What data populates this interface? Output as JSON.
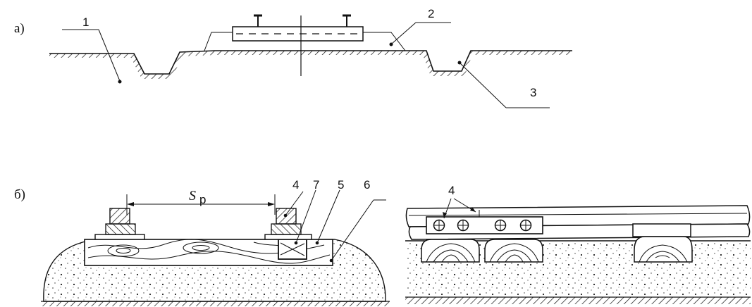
{
  "panel_a": {
    "label": "а)",
    "callouts": [
      "1",
      "2",
      "3"
    ]
  },
  "panel_b": {
    "label": "б)",
    "gauge_label": "S",
    "gauge_sub": "р",
    "callouts": [
      "4",
      "7",
      "5",
      "6"
    ],
    "right_callout": "4"
  }
}
